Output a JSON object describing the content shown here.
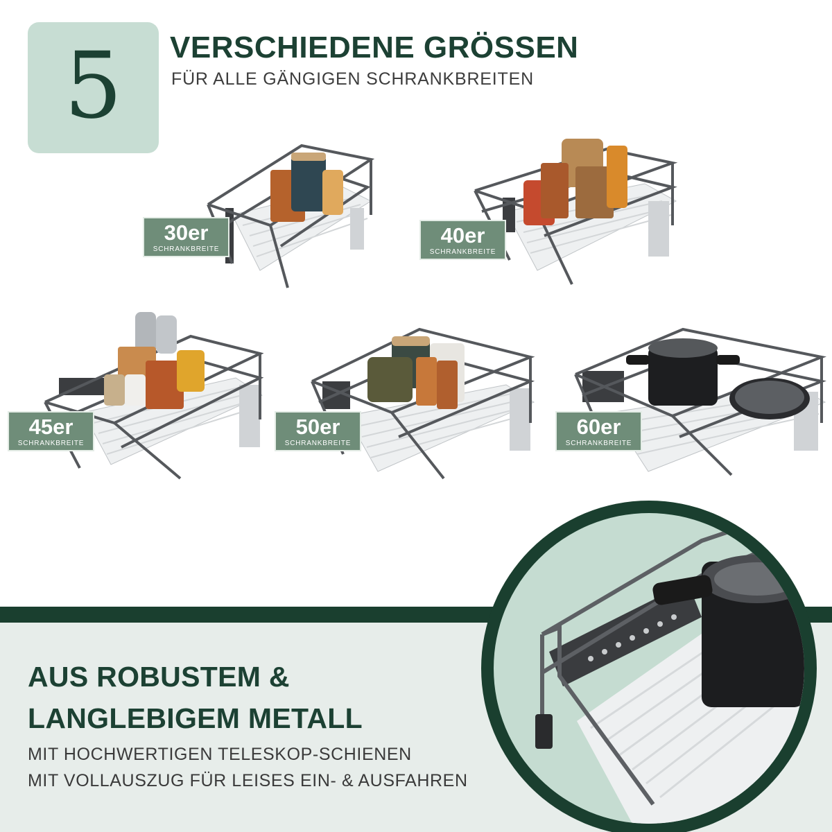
{
  "header": {
    "number": "5",
    "title": "VERSCHIEDENE GRÖSSEN",
    "subtitle": "FÜR ALLE GÄNGIGEN SCHRANKBREITEN"
  },
  "sizes": [
    {
      "label": "30er",
      "caption": "SCHRANKBREITE"
    },
    {
      "label": "40er",
      "caption": "SCHRANKBREITE"
    },
    {
      "label": "45er",
      "caption": "SCHRANKBREITE"
    },
    {
      "label": "50er",
      "caption": "SCHRANKBREITE"
    },
    {
      "label": "60er",
      "caption": "SCHRANKBREITE"
    }
  ],
  "feature": {
    "title_line1": "AUS ROBUSTEM &",
    "title_line2": "LANGLEBIGEM METALL",
    "text_line1": "MIT HOCHWERTIGEN TELESKOP-SCHIENEN",
    "text_line2": "MIT VOLLAUSZUG FÜR LEISES EIN- & AUSFAHREN"
  },
  "colors": {
    "brand_green": "#1c4133",
    "badge_green": "#6f8d79",
    "light_green": "#c7ddd3",
    "band_bg": "#e7edea"
  }
}
